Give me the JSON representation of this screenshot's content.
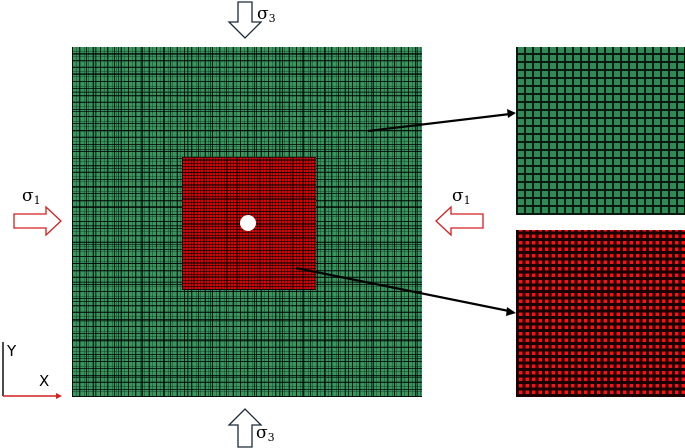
{
  "figure": {
    "description": "Finite element mesh of square model with central circular hole under biaxial loading",
    "colors": {
      "coarse_mesh": "#3a9460",
      "refined_mesh": "#e00000",
      "mesh_lines": "#000000",
      "sigma1_arrow": "#d42020",
      "sigma3_arrow": "#1a2a3a",
      "x_axis": "#d42020",
      "y_axis": "#000000"
    }
  },
  "loads": {
    "top": {
      "symbol": "σ",
      "subscript": "3",
      "direction": "down"
    },
    "bottom": {
      "symbol": "σ",
      "subscript": "3",
      "direction": "up"
    },
    "left": {
      "symbol": "σ",
      "subscript": "1",
      "direction": "right"
    },
    "right": {
      "symbol": "σ",
      "subscript": "1",
      "direction": "left"
    }
  },
  "axes": {
    "x_label": "X",
    "y_label": "Y"
  },
  "regions": {
    "outer_mesh": "coarse-mesh",
    "inner_mesh": "refined-mesh",
    "hole": "circular-opening"
  },
  "insets": [
    {
      "name": "coarse-mesh-zoom",
      "color": "green"
    },
    {
      "name": "refined-mesh-zoom",
      "color": "red"
    }
  ]
}
